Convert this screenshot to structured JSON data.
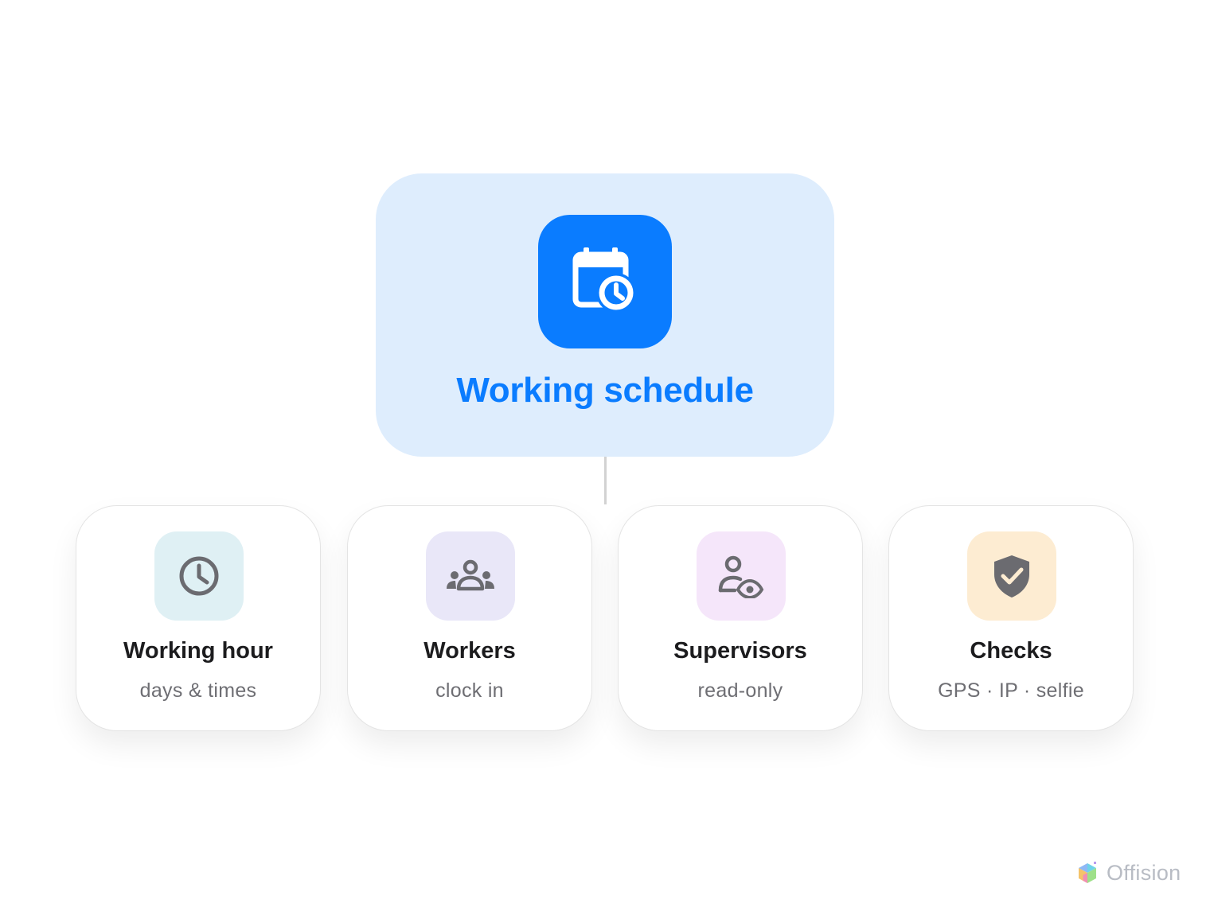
{
  "root": {
    "title": "Working schedule",
    "icon": "calendar-clock-icon",
    "tile_color": "#0a7cff",
    "card_color": "#deedfd"
  },
  "children": [
    {
      "title": "Working hour",
      "subtitle": "days & times",
      "icon": "clock-icon",
      "tile_color": "#dff0f4"
    },
    {
      "title": "Workers",
      "subtitle": "clock in",
      "icon": "group-icon",
      "tile_color": "#e9e7f8"
    },
    {
      "title": "Supervisors",
      "subtitle": "read-only",
      "icon": "person-eye-icon",
      "tile_color": "#f5e6fa"
    },
    {
      "title": "Checks",
      "subtitle": "GPS · IP · selfie",
      "icon": "shield-check-icon",
      "tile_color": "#fdecd2"
    }
  ],
  "brand": {
    "name": "Offision",
    "icon": "offision-logo-icon"
  }
}
